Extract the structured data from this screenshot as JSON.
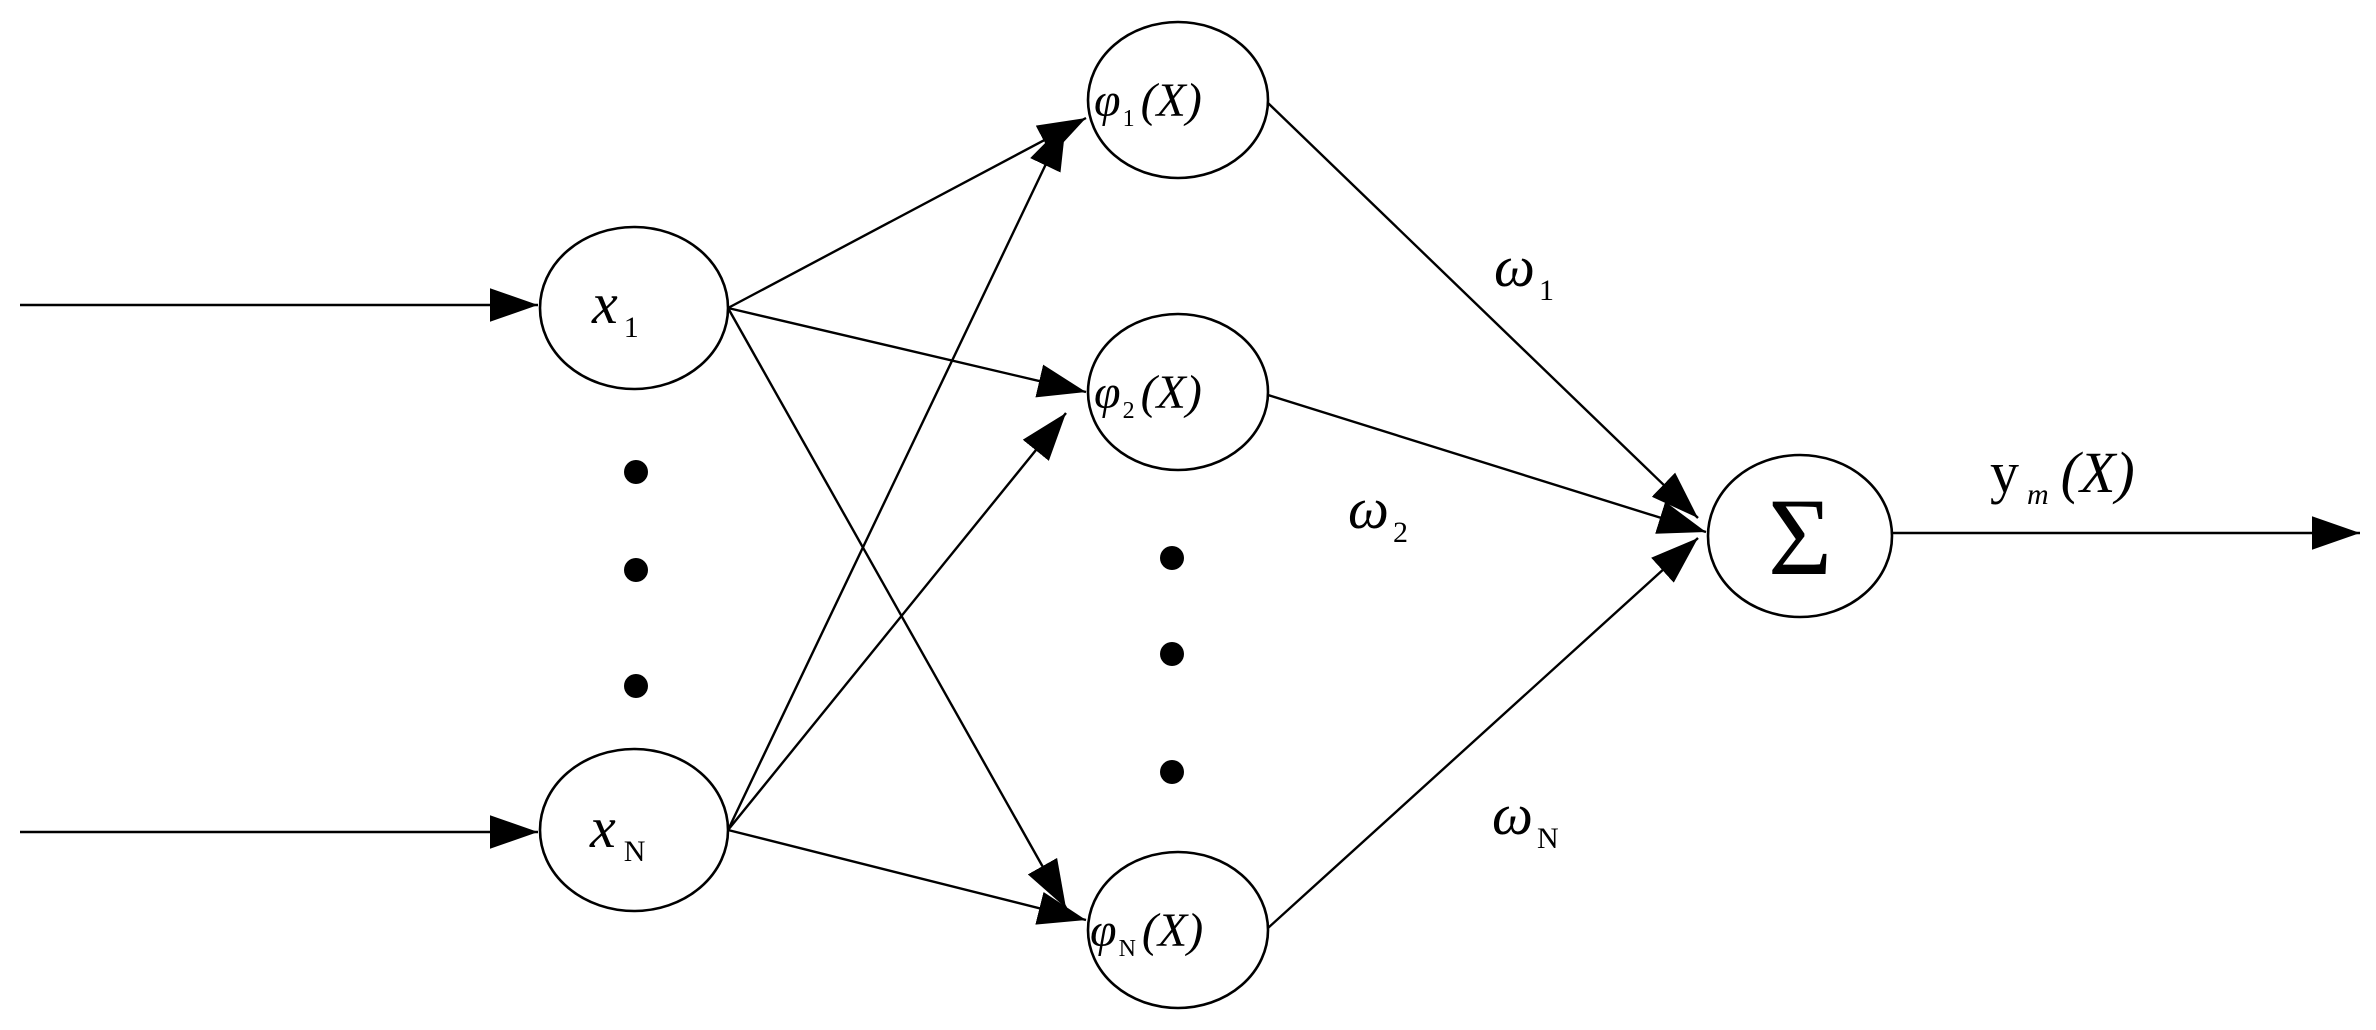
{
  "inputs": {
    "x1": {
      "base": "x",
      "sub": "1"
    },
    "xN": {
      "base": "x",
      "sub": "N"
    }
  },
  "hidden": {
    "phi1": {
      "base": "φ",
      "sub": "1",
      "arg": "(X)"
    },
    "phi2": {
      "base": "φ",
      "sub": "2",
      "arg": "(X)"
    },
    "phiN": {
      "base": "φ",
      "sub": "N",
      "arg": "(X)"
    }
  },
  "weights": {
    "w1": {
      "base": "ω",
      "sub": "1"
    },
    "w2": {
      "base": "ω",
      "sub": "2"
    },
    "wN": {
      "base": "ω",
      "sub": "N"
    }
  },
  "sum": {
    "symbol": "Σ"
  },
  "output": {
    "base": "y",
    "sub": "m",
    "arg": "(X)"
  }
}
